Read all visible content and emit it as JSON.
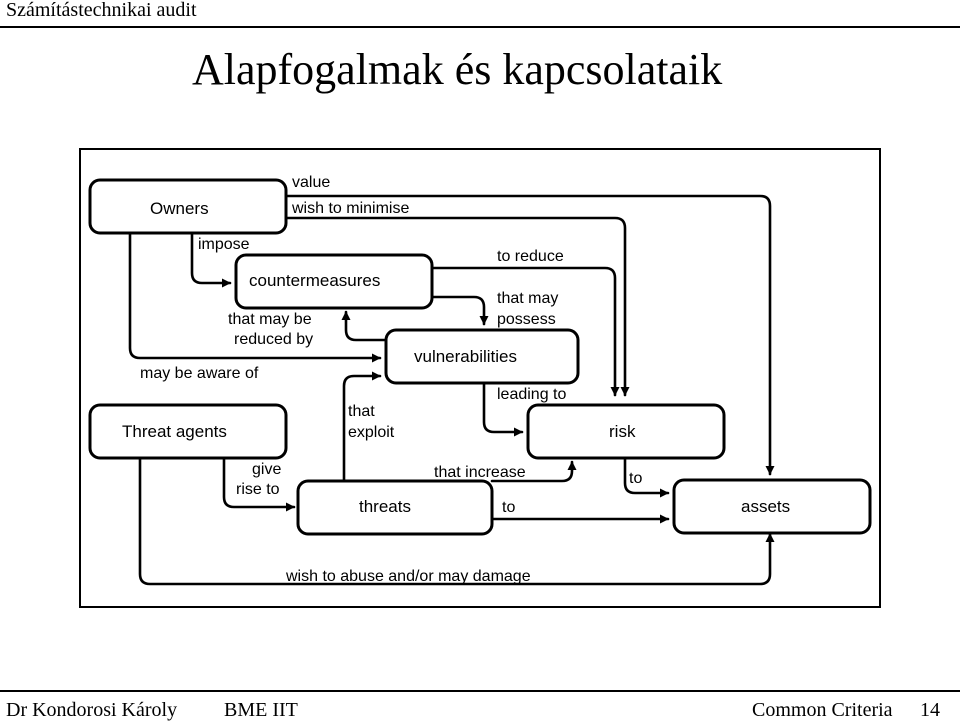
{
  "header": {
    "course": "Számítástechnikai audit"
  },
  "slide": {
    "title": "Alapfogalmak és kapcsolataik"
  },
  "diagram": {
    "nodes": {
      "owners": "Owners",
      "countermeasures": "countermeasures",
      "vulnerabilities": "vulnerabilities",
      "threat_agents": "Threat agents",
      "risk": "risk",
      "threats": "threats",
      "assets": "assets"
    },
    "edges": {
      "value": "value",
      "wish_to_minimise": "wish to minimise",
      "impose": "impose",
      "to_reduce": "to reduce",
      "that_may_possess_1": "that may",
      "that_may_possess_2": "possess",
      "that_may_be_1": "that may be",
      "reduced_by": "reduced by",
      "may_be_aware_of": "may be aware of",
      "leading_to": "leading to",
      "that_exploit_1": "that",
      "that_exploit_2": "exploit",
      "give_rise_to_1": "give",
      "give_rise_to_2": "rise to",
      "that_increase": "that increase",
      "to_risk_assets": "to",
      "to_threats_assets": "to",
      "wish_to_abuse": "wish to abuse and/or may damage"
    }
  },
  "footer": {
    "author": "Dr Kondorosi Károly",
    "institution": "BME IIT",
    "topic": "Common Criteria",
    "page": "14"
  }
}
